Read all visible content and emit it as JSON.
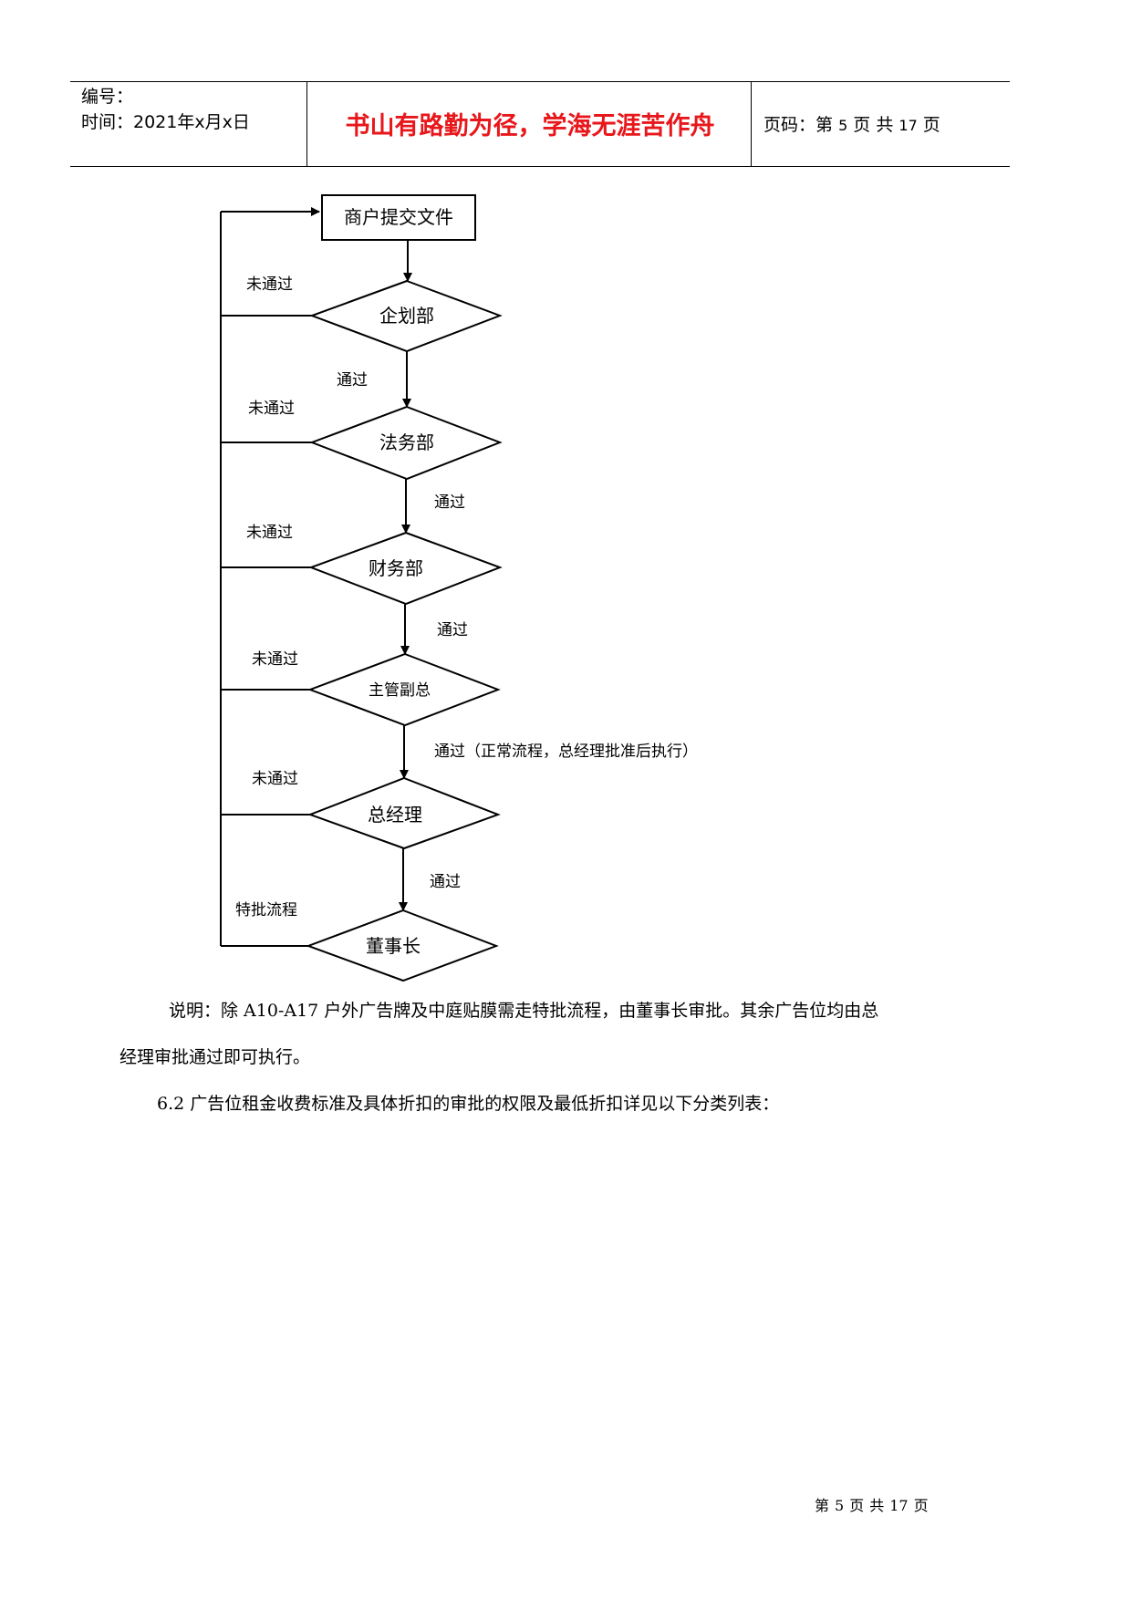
{
  "header": {
    "number_label": "编号：",
    "time_label": "时间：2021年x月x日",
    "motto": "书山有路勤为径，学海无涯苦作舟",
    "page_prefix": "页码：第",
    "page_current": "5",
    "page_mid": "页 共",
    "page_total": "17",
    "page_suffix": "页"
  },
  "flowchart": {
    "start": "商户提交文件",
    "nodes": [
      "企划部",
      "法务部",
      "财务部",
      "主管副总",
      "总经理",
      "董事长"
    ],
    "pass_labels": [
      "通过",
      "通过",
      "通过",
      "通过（正常流程，总经理批准后执行）",
      "通过"
    ],
    "fail_labels": [
      "未通过",
      "未通过",
      "未通过",
      "未通过",
      "未通过",
      "特批流程"
    ]
  },
  "body": {
    "note_line1": "说明：除 A10-A17 户外广告牌及中庭贴膜需走特批流程，由董事长审批。其余广告位均由总",
    "note_line2": "经理审批通过即可执行。",
    "section": "6.2 广告位租金收费标准及具体折扣的审批的权限及最低折扣详见以下分类列表："
  },
  "footer": {
    "p1": "第",
    "current": "5",
    "p2": "页",
    "p3": "共",
    "total": "17",
    "p4": "页"
  }
}
